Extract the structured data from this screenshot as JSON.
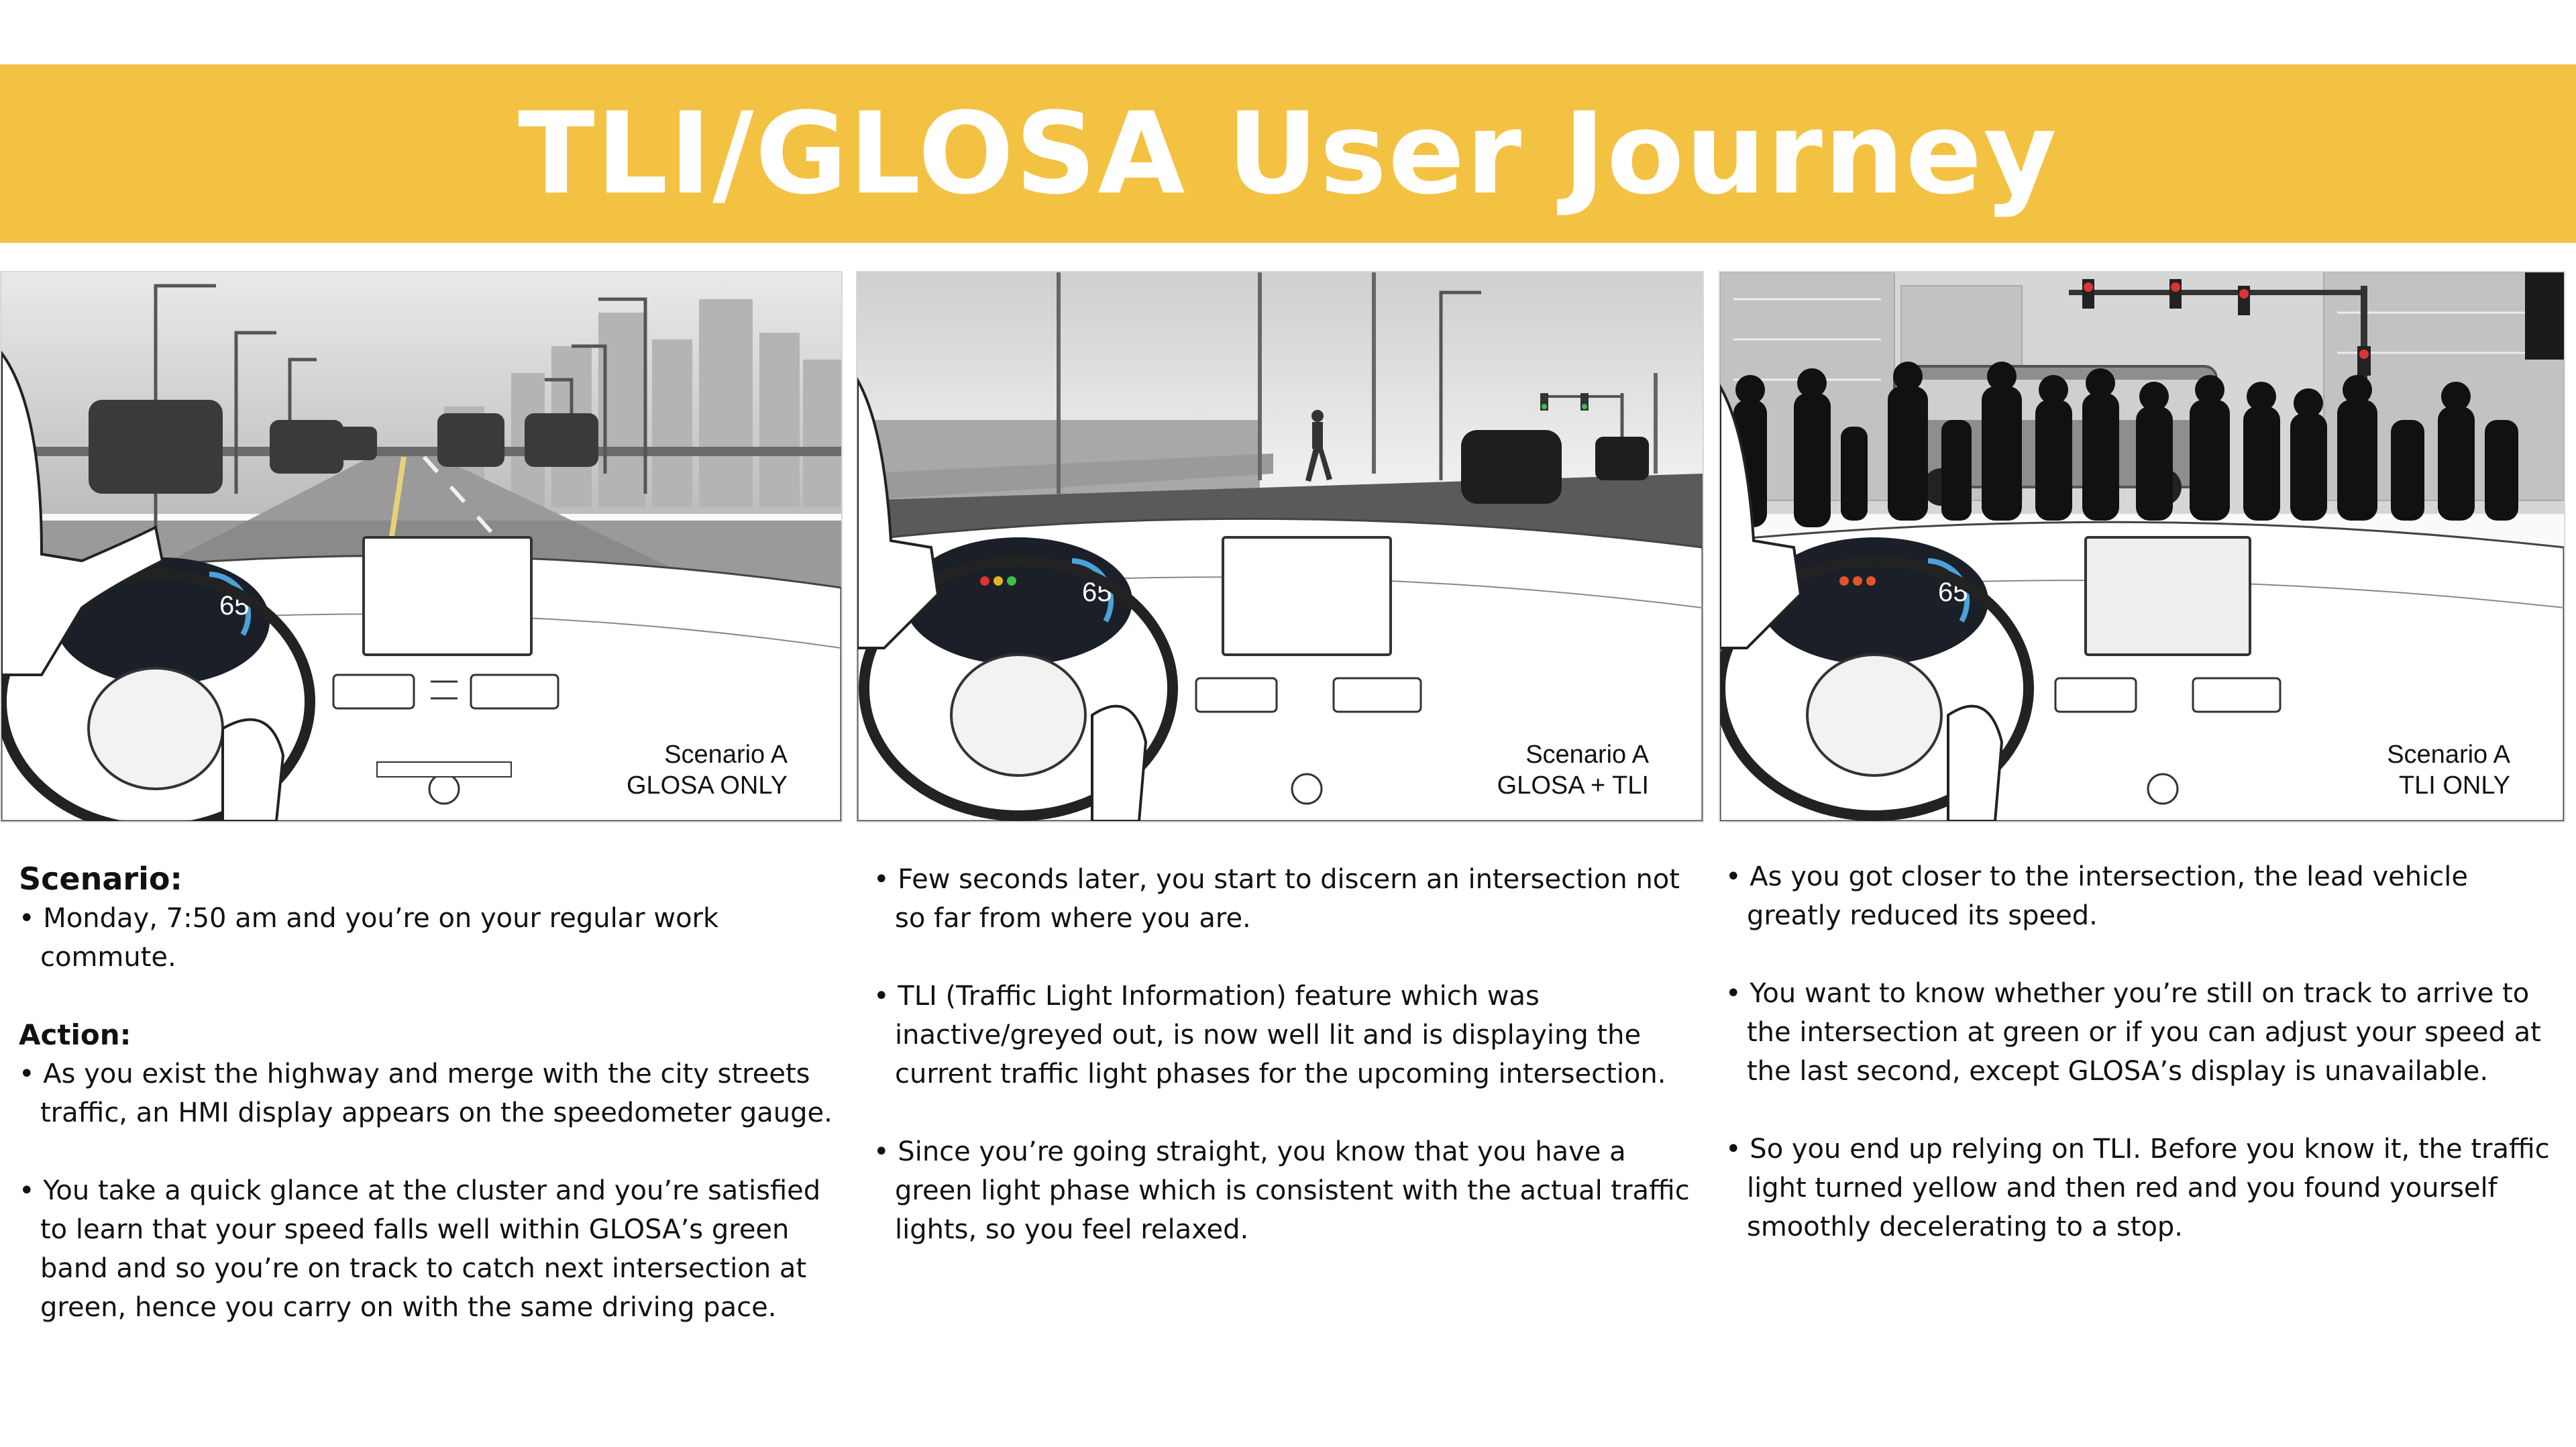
{
  "title": "TLI/GLOSA User Journey",
  "panels": [
    {
      "caption_line1": "Scenario A",
      "caption_line2": "GLOSA ONLY",
      "speed": "65"
    },
    {
      "caption_line1": "Scenario A",
      "caption_line2": "GLOSA + TLI",
      "speed": "65"
    },
    {
      "caption_line1": "Scenario A",
      "caption_line2": "TLI ONLY",
      "speed": "65"
    }
  ],
  "col1": {
    "scenario_heading": "Scenario:",
    "scenario_bullet": "• Monday, 7:50 am and you’re on your regular work commute.",
    "action_heading": "Action:",
    "bullets": [
      "• As you exist the highway and merge with the city streets traffic, an HMI display appears on the speedometer gauge.",
      "• You take a quick glance at the cluster and you’re satisfied to learn that your speed falls well within GLOSA’s green band and so you’re on track to catch next intersection at green, hence you carry on with the same driving pace."
    ]
  },
  "col2": {
    "bullets": [
      "• Few seconds later, you start to discern an intersection not so far from where you are.",
      "• TLI (Traffic Light Information) feature which was inactive/greyed out, is now well lit and is displaying the current traffic light phases for the upcoming intersection.",
      "• Since you’re going straight, you know that you have a green light phase which is consistent with the actual traffic lights, so you feel relaxed."
    ]
  },
  "col3": {
    "bullets": [
      "• As you got closer to the intersection, the lead vehicle greatly reduced its speed.",
      "• You want to know whether you’re still on track to arrive to the intersection at green or if you can adjust your speed at the last second, except GLOSA’s display is unavailable.",
      "• So you end up relying on TLI. Before you know it, the traffic light turned yellow and then red and you found yourself smoothly decelerating to a stop."
    ]
  }
}
